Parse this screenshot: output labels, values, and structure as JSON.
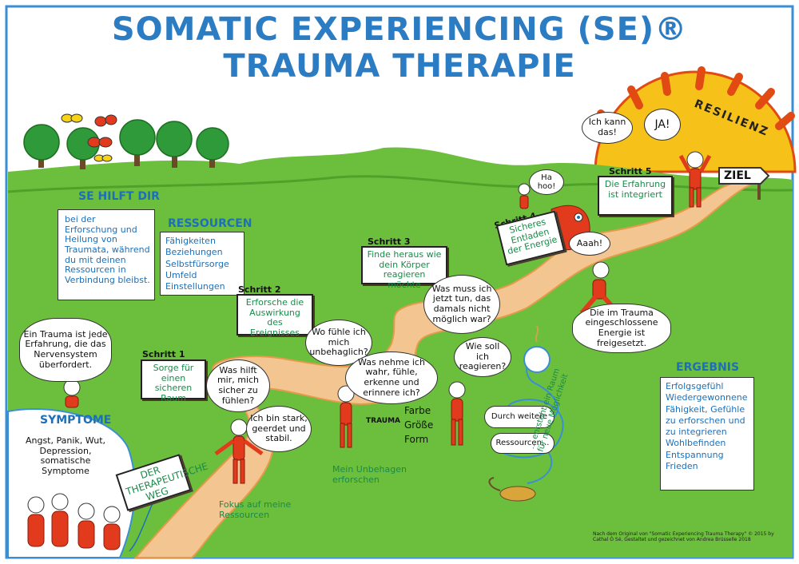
{
  "title": "SOMATIC EXPERIENCING (SE)® TRAUMA THERAPIE",
  "resilienz": "RESILIENZ",
  "ziel": "ZIEL",
  "se_hilft": {
    "heading": "SE HILFT DIR",
    "text": "bei der Erforschung und Heilung von Traumata, während du mit deinen Ressourcen in Verbindung bleibst."
  },
  "ressourcen": {
    "heading": "RESSOURCEN",
    "items": [
      "Fähigkeiten",
      "Beziehungen",
      "Selbstfürsorge",
      "Umfeld",
      "Einstellungen"
    ]
  },
  "trauma_def": "Ein Trauma ist jede Erfahrung, die das Nervensystem überfordert.",
  "symptome": {
    "heading": "SYMPTOME",
    "text": "Angst, Panik, Wut, Depression, somatische Symptome"
  },
  "therapeutischer_weg": "DER THERAPEUTISCHE WEG",
  "steps": [
    {
      "label": "Schritt 1",
      "text": "Sorge für einen sicheren Raum"
    },
    {
      "label": "Schritt 2",
      "text": "Erforsche die Auswirkung des Ereignisses"
    },
    {
      "label": "Schritt 3",
      "text": "Finde heraus wie dein Körper reagieren möchte"
    },
    {
      "label": "Schritt 4",
      "text": "Sicheres Entladen der Energie"
    },
    {
      "label": "Schritt 5",
      "text": "Die Erfahrung ist integriert"
    }
  ],
  "bubbles": {
    "was_hilft": "Was hilft mir, mich sicher zu fühlen?",
    "ich_bin": "Ich bin stark, geerdet und stabil.",
    "wo_fuehle": "Wo fühle ich mich unbehaglich?",
    "was_nehme": "Was nehme ich wahr, fühle, erkenne und erinnere ich?",
    "was_muss": "Was muss ich jetzt tun, das damals nicht möglich war?",
    "wie_soll": "Wie soll ich reagieren?",
    "ha_hoo": "Ha hoo!",
    "aaah": "Aaah!",
    "ich_kann": "Ich kann das!",
    "ja": "JA!"
  },
  "trauma_label": "TRAUMA",
  "trauma_props": [
    "Farbe",
    "Größe",
    "Form"
  ],
  "fokus": "Fokus auf meine Ressourcen",
  "unbehagen": "Mein Unbehagen erforschen",
  "spiral_1": "Durch weitere",
  "spiral_2": "Ressourcen...",
  "spiral_side": "... entsteht ein Raum für neue Möglichkeit",
  "energie": "Die im Trauma eingeschlossene Energie ist freigesetzt.",
  "ergebnis": {
    "heading": "ERGEBNIS",
    "items": [
      "Erfolgsgefühl",
      "Wiedergewonnene Fähigkeit, Gefühle zu erforschen und zu integrieren",
      "Wohlbefinden",
      "Entspannung",
      "Frieden"
    ]
  },
  "credits": "Nach dem Original von \"Somatic Experiencing Trauma Therapy\" © 2015 by Cathal Ó Sé, Gestaltet und gezeichnet von Andrea Brüsselle 2018",
  "colors": {
    "title": "#2c7cc4",
    "grass": "#6cbf3c",
    "path": "#f3c591",
    "figure": "#e23a1c",
    "sun": "#f6a01a"
  }
}
